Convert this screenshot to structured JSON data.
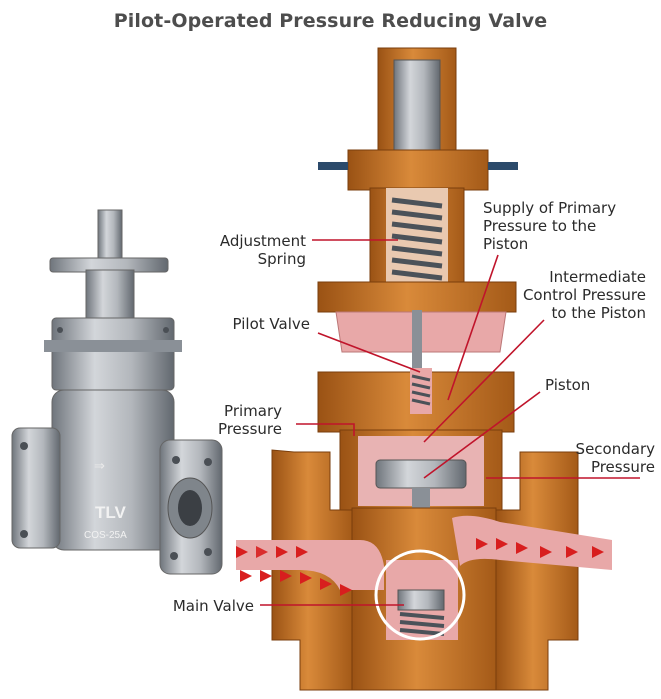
{
  "title": "Pilot-Operated Pressure Reducing Valve",
  "labels": {
    "adjustment_spring": "Adjustment\nSpring",
    "pilot_valve": "Pilot Valve",
    "primary_pressure": "Primary\nPressure",
    "main_valve": "Main Valve",
    "supply_primary": "Supply of Primary\nPressure to the\nPiston",
    "intermediate": "Intermediate\nControl Pressure\nto the Piston",
    "piston": "Piston",
    "secondary_pressure": "Secondary\nPressure"
  },
  "photo_marks": {
    "brand": "TLV",
    "model": "COS-25A"
  },
  "colors": {
    "body_bronze": "#C06A1A",
    "body_light": "#D98A3A",
    "body_dark": "#8A4710",
    "steam_pink": "#E8A8A8",
    "steel_gray": "#9AA0A8",
    "leader_red": "#C0142B",
    "flow_arrow": "#D81E1E"
  }
}
